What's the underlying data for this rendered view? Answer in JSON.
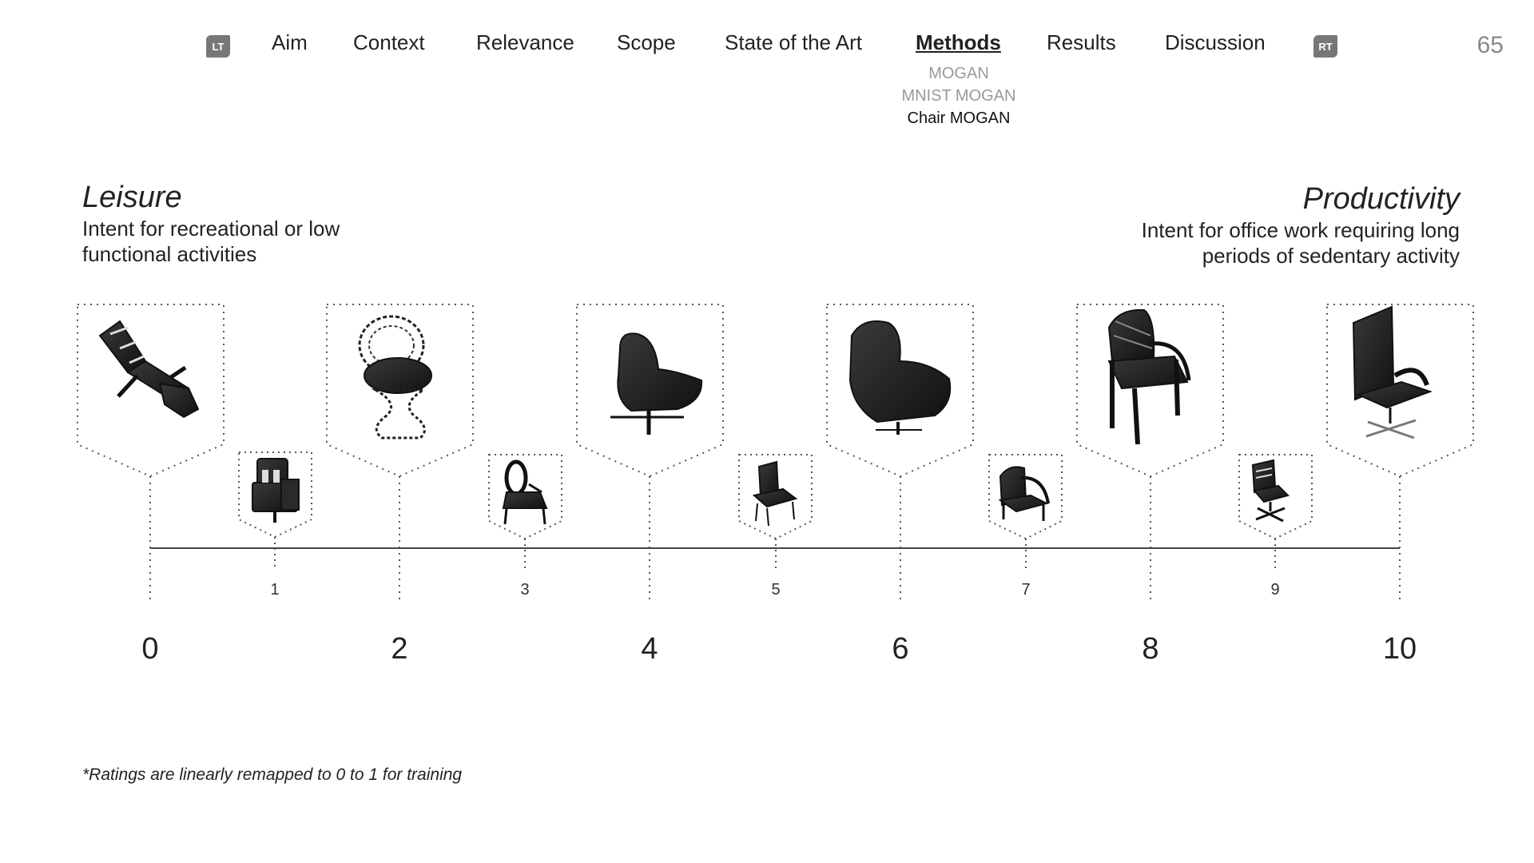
{
  "nav": {
    "left_badge": "LT",
    "right_badge": "RT",
    "items": [
      "Aim",
      "Context",
      "Relevance",
      "Scope",
      "State of the Art",
      "Methods",
      "Results",
      "Discussion"
    ],
    "active_index": 5,
    "subitems": [
      "MOGAN",
      "MNIST MOGAN",
      "Chair MOGAN"
    ],
    "current_subitem_index": 2,
    "page_number": "65"
  },
  "left": {
    "title": "Leisure",
    "description": "Intent for recreational or low functional activities"
  },
  "right": {
    "title": "Productivity",
    "description": "Intent for office work requiring long periods of sedentary activity"
  },
  "scale": {
    "major_labels": [
      "0",
      "2",
      "4",
      "6",
      "8",
      "10"
    ],
    "minor_labels": [
      "1",
      "3",
      "5",
      "7",
      "9"
    ],
    "chair_icons": [
      "lounge-chair-icon",
      "wooden-armchair-icon",
      "wire-egg-chair-icon",
      "ornate-side-chair-icon",
      "swivel-egg-chair-icon",
      "dining-chair-icon",
      "upholstered-swivel-chair-icon",
      "armchair-icon",
      "lattice-armchair-icon",
      "task-chair-icon",
      "office-executive-chair-icon"
    ]
  },
  "footnote": "*Ratings are linearly remapped to 0 to 1 for training"
}
